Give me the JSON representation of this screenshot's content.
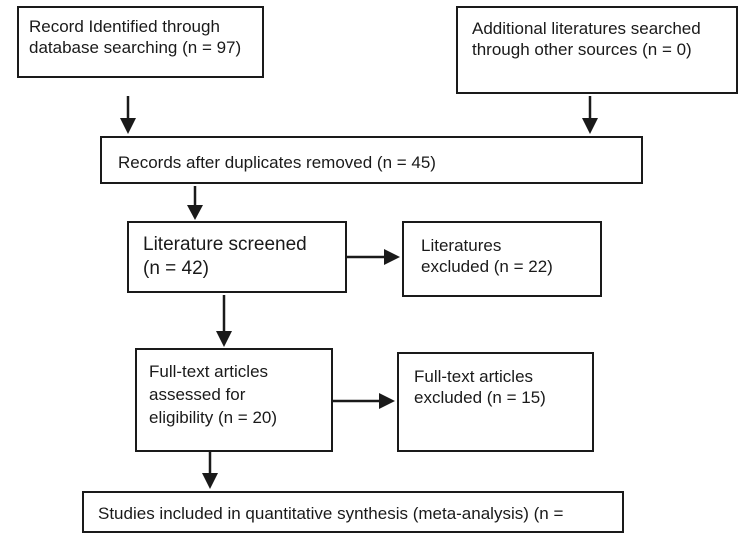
{
  "flowchart": {
    "identified": {
      "lines": [
        "Record Identified through",
        "database searching (n = 97)"
      ]
    },
    "additional": {
      "lines": [
        "Additional literatures searched",
        "through other sources (n = 0)"
      ]
    },
    "duplicates_removed": {
      "lines": [
        "Records after duplicates removed (n = 45)"
      ]
    },
    "screened": {
      "lines": [
        "Literature screened",
        "(n = 42)"
      ]
    },
    "excluded_screening": {
      "lines": [
        "Literatures",
        "excluded (n = 22)"
      ]
    },
    "full_text_assessed": {
      "lines": [
        "Full-text articles",
        "assessed for",
        "eligibility (n = 20)"
      ]
    },
    "full_text_excluded": {
      "lines": [
        "Full-text articles",
        "excluded (n = 15)"
      ]
    },
    "included": {
      "lines": [
        "Studies included in quantitative synthesis (meta-analysis) (n ="
      ]
    }
  }
}
